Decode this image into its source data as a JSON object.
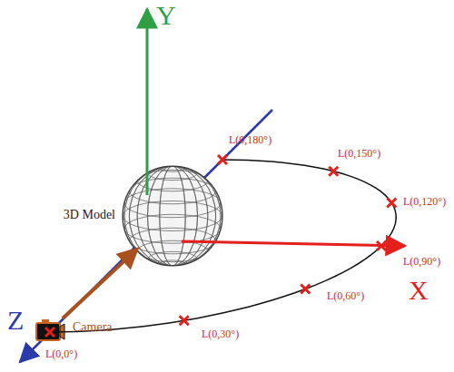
{
  "diagram": {
    "nodes": [
      {
        "text": [
          "3D Model"
        ]
      },
      {
        "text": [
          "Camera"
        ]
      }
    ],
    "edges": [
      {
        "from": 1,
        "to": 0,
        "arrow": "to"
      }
    ],
    "labels": [
      "Y",
      "X",
      "Z",
      "L(0,180°)",
      "L(0,150°)",
      "L(0,120°)",
      "L(0,90°)",
      "L(0,60°)",
      "L(0,30°)",
      "L(0,0°)"
    ]
  }
}
